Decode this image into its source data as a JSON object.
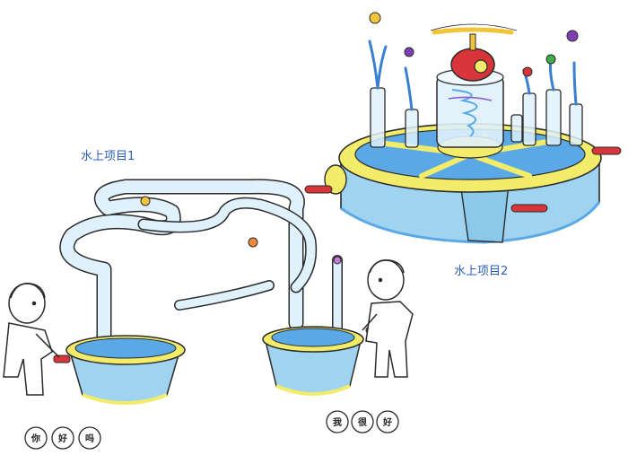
{
  "captions": {
    "project_1": "水上项目1",
    "project_2": "水上项目2"
  },
  "bubbles_left": [
    "你",
    "好",
    "吗"
  ],
  "bubbles_right": [
    "我",
    "很",
    "好"
  ],
  "colors": {
    "water": "#5aa9e6",
    "basin": "#9fd3f0",
    "rim": "#f2ec6a",
    "handle": "#d8353a",
    "tube": "#dff1fb",
    "outline": "#2b2b2b",
    "caption": "#2d5fb8"
  }
}
